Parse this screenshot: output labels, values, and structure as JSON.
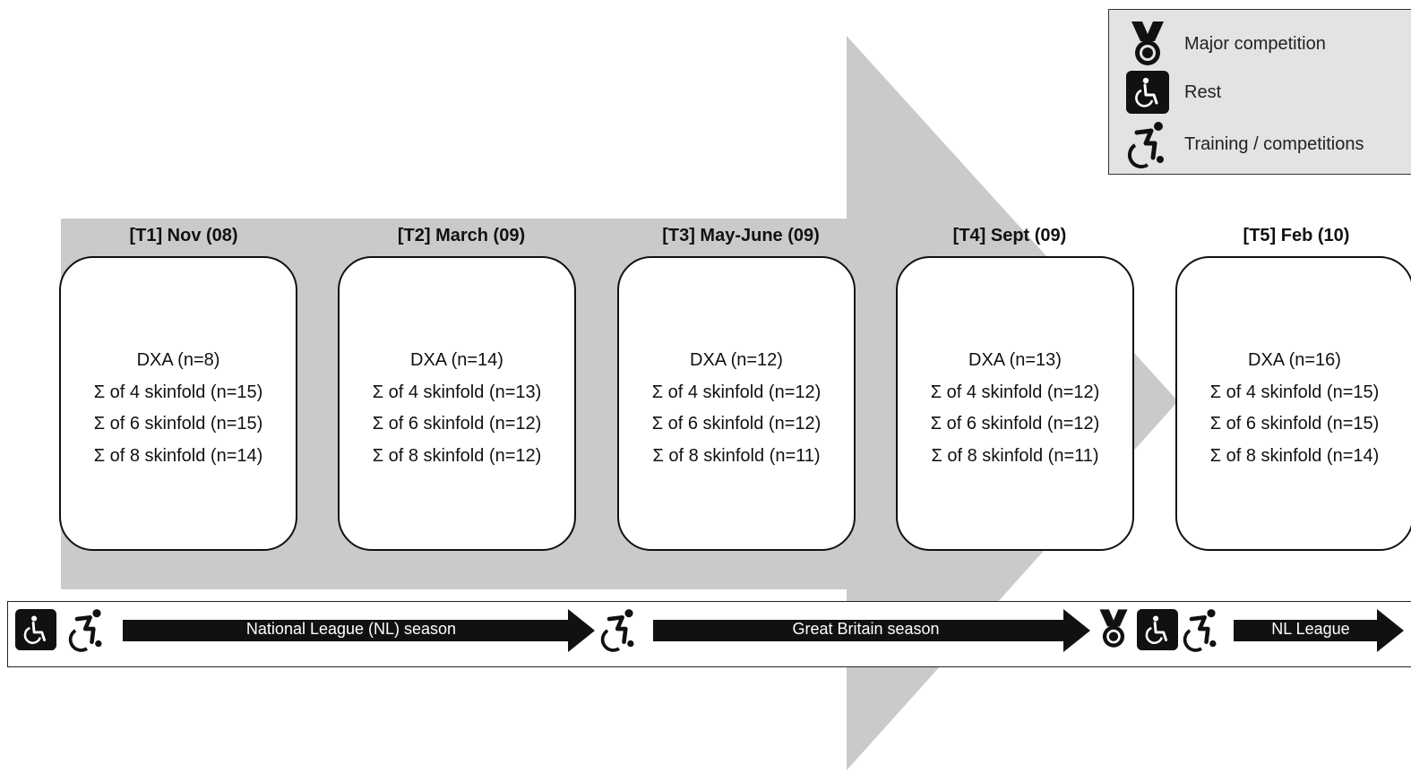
{
  "legend": {
    "items": [
      {
        "icon": "medal-icon",
        "label": "Major competition"
      },
      {
        "icon": "wheelchair-rest-icon",
        "label": "Rest"
      },
      {
        "icon": "active-wheelchair-icon",
        "label": "Training / competitions"
      }
    ]
  },
  "stages": [
    {
      "heading": "[T1]  Nov (08)",
      "lines": [
        "DXA (n=8)",
        "Σ of 4 skinfold (n=15)",
        "Σ of 6 skinfold (n=15)",
        "Σ of 8 skinfold (n=14)"
      ]
    },
    {
      "heading": "[T2] March (09)",
      "lines": [
        "DXA (n=14)",
        "Σ of 4 skinfold (n=13)",
        "Σ of 6 skinfold (n=12)",
        "Σ of 8 skinfold (n=12)"
      ]
    },
    {
      "heading": "[T3] May-June (09)",
      "lines": [
        "DXA (n=12)",
        "Σ of 4 skinfold (n=12)",
        "Σ of 6 skinfold (n=12)",
        "Σ of 8 skinfold (n=11)"
      ]
    },
    {
      "heading": "[T4] Sept (09)",
      "lines": [
        "DXA (n=13)",
        "Σ of 4 skinfold (n=12)",
        "Σ of 6 skinfold (n=12)",
        "Σ of 8 skinfold (n=11)"
      ]
    },
    {
      "heading": "[T5] Feb (10)",
      "lines": [
        "DXA (n=16)",
        "Σ of 4 skinfold (n=15)",
        "Σ of 6 skinfold (n=15)",
        "Σ of 8 skinfold (n=14)"
      ]
    }
  ],
  "timeline": {
    "seasons": [
      {
        "label": "National League (NL) season"
      },
      {
        "label": "Great Britain season"
      },
      {
        "label": "NL League"
      }
    ],
    "icons": [
      "wheelchair-rest-icon",
      "active-wheelchair-icon",
      "active-wheelchair-icon",
      "medal-icon",
      "wheelchair-rest-icon",
      "active-wheelchair-icon"
    ]
  },
  "colors": {
    "arrow_fill": "#cacaca",
    "legend_bg": "#e3e3e3",
    "ink": "#111111"
  }
}
